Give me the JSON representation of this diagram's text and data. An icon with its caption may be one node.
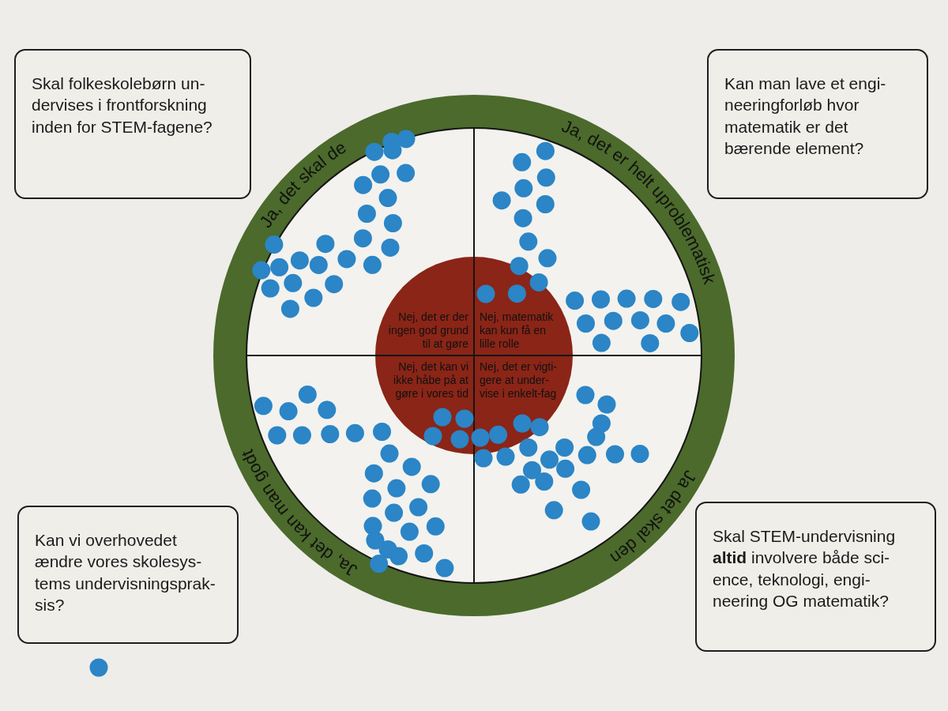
{
  "diagram": {
    "nodes": [
      {
        "text": [
          "Skal folkeskolebørn un- dervises i frontforskning inden for STEM-fagene?"
        ]
      },
      {
        "text": [
          "Kan man lave et engi- neeringforløb hvor matematik er det bærende element?"
        ]
      },
      {
        "text": [
          "Ja, det skal de",
          "Ja, det er helt uproblematisk",
          "Ja, det kan man godt",
          "Ja det skal den"
        ]
      },
      {
        "text": [
          "Nej, det er der ingen god grund til at gøre",
          "Nej, matematik kan kun få en lille rolle",
          "Nej, det kan vi ikke håbe på at gøre i vores tid",
          "Nej, det er vigti- gere at under- vise i enkelt-fag"
        ],
        "in": 2
      },
      {
        "text": [
          "Kan vi overhovedet ændre vores skolesys- tems undervisningsprak- sis?"
        ]
      },
      {
        "text": [
          "Skal STEM-undervisning **altid** involvere både sci- ence, teknologi, engi- neering OG matematik?"
        ]
      }
    ]
  }
}
